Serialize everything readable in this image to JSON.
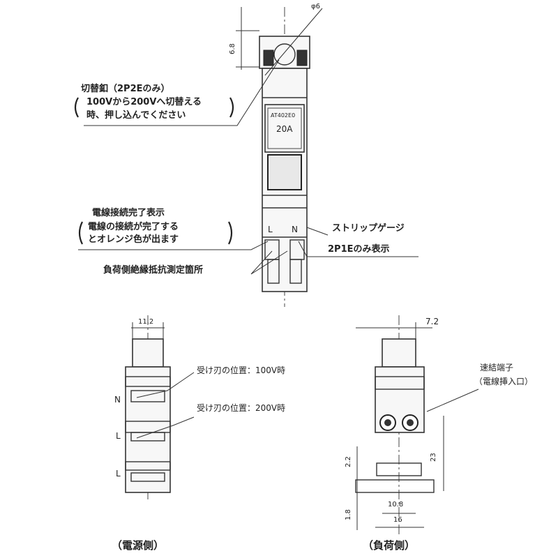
{
  "top_view": {
    "dim_phi": "φ6",
    "dim_height": "6.8",
    "device_rating_small": "AT402E0",
    "device_rating": "20A",
    "terminal_L": "L",
    "terminal_N": "N",
    "callout_switch_line1": "切替釦（2P2Eのみ）",
    "callout_switch_line2": "100Vから200Vへ切替える",
    "callout_switch_line3": "時、押し込んでください",
    "callout_wire_line1": "電線接続完了表示",
    "callout_wire_line2": "電線の接続が完了する",
    "callout_wire_line3": "とオレンジ色が出ます",
    "callout_load_measure": "負荷側絶縁抵抗測定箇所",
    "callout_strip": "ストリップゲージ",
    "callout_2p1e": "2P1Eのみ表示"
  },
  "left_view": {
    "dim_width": "11.2",
    "label_N": "N",
    "label_L1": "L",
    "label_L2": "L",
    "callout_100v": "受け刃の位置：100V時",
    "callout_200v": "受け刃の位置：200V時",
    "caption": "（電源側）"
  },
  "right_view": {
    "dim_top": "7.2",
    "dim_22": "2.2",
    "dim_23": "23",
    "dim_18": "1.8",
    "dim_108": "10.8",
    "dim_16": "16",
    "callout_terminal_line1": "速結端子",
    "callout_terminal_line2": "（電線挿入口）",
    "caption": "（負荷側）"
  }
}
